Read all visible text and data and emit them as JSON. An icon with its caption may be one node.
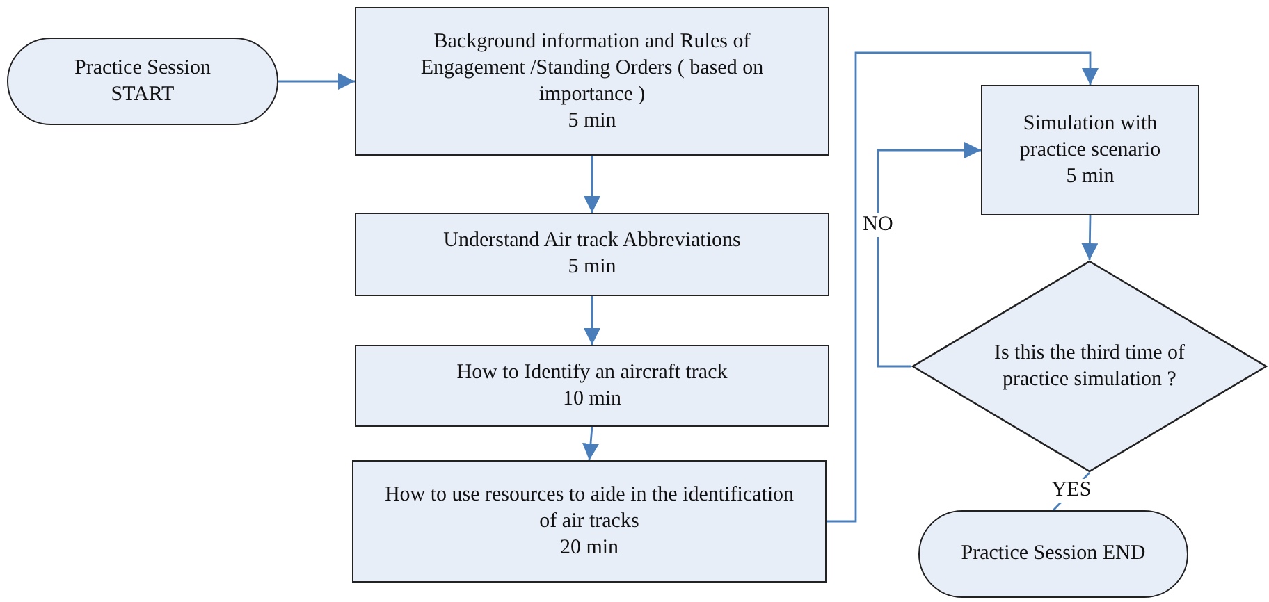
{
  "diagram": {
    "nodes": [
      {
        "text": [
          "Practice Session START"
        ]
      },
      {
        "text": [
          "Background information and Rules of Engagement /Standing Orders ( based on importance )",
          "5 min"
        ]
      },
      {
        "text": [
          "Understand Air track Abbreviations",
          "5 min"
        ]
      },
      {
        "text": [
          "How to Identify an aircraft track",
          "10 min"
        ]
      },
      {
        "text": [
          "How to use resources to aide in the identification of air tracks",
          "20 min"
        ]
      },
      {
        "text": [
          "Simulation with practice scenario",
          "5 min"
        ]
      },
      {
        "text": [
          "Is this the third time of practice simulation ?"
        ]
      },
      {
        "text": [
          "Practice Session END"
        ]
      }
    ],
    "edges": [
      {
        "from": 0,
        "to": 1,
        "arrow": "to"
      },
      {
        "from": 1,
        "to": 2,
        "arrow": "to"
      },
      {
        "from": 2,
        "to": 3,
        "arrow": "to"
      },
      {
        "from": 3,
        "to": 4,
        "arrow": "to"
      },
      {
        "from": 4,
        "to": 5,
        "arrow": "to"
      },
      {
        "from": 5,
        "to": 6,
        "arrow": "to"
      },
      {
        "from": 6,
        "to": 5,
        "arrow": "to",
        "label": "NO"
      },
      {
        "from": 6,
        "to": 7,
        "arrow": "none",
        "label": "YES"
      }
    ]
  }
}
